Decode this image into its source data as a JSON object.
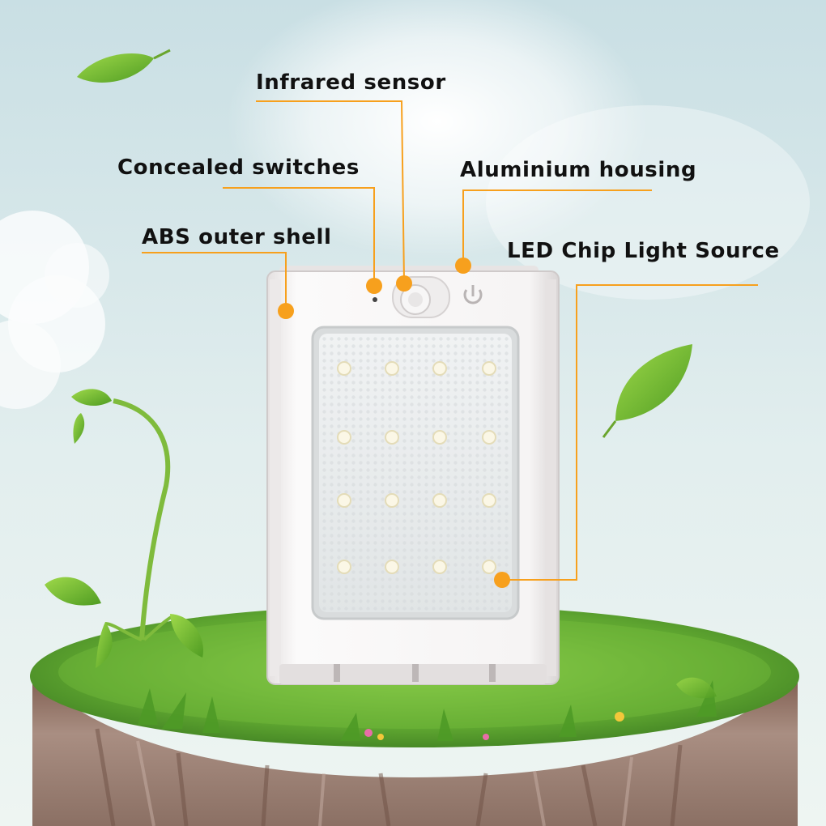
{
  "annotations": [
    {
      "id": "infrared-sensor",
      "text": "Infrared sensor"
    },
    {
      "id": "concealed-switches",
      "text": "Concealed switches"
    },
    {
      "id": "aluminium-housing",
      "text": "Aluminium housing"
    },
    {
      "id": "abs-outer-shell",
      "text": "ABS outer shell"
    },
    {
      "id": "led-chip-light-source",
      "text": "LED Chip Light Source"
    }
  ],
  "colors": {
    "callout": "#f7a01d",
    "sky_top": "#cfe3e6",
    "sky_bottom": "#eef5f2",
    "grass": "#6fb83a",
    "soil": "#9c7f70",
    "housing": "#f2f0f0",
    "panel": "#e9eced"
  },
  "icons": [
    "leaf-icon",
    "sprout-icon",
    "power-icon",
    "cloud-icon"
  ]
}
